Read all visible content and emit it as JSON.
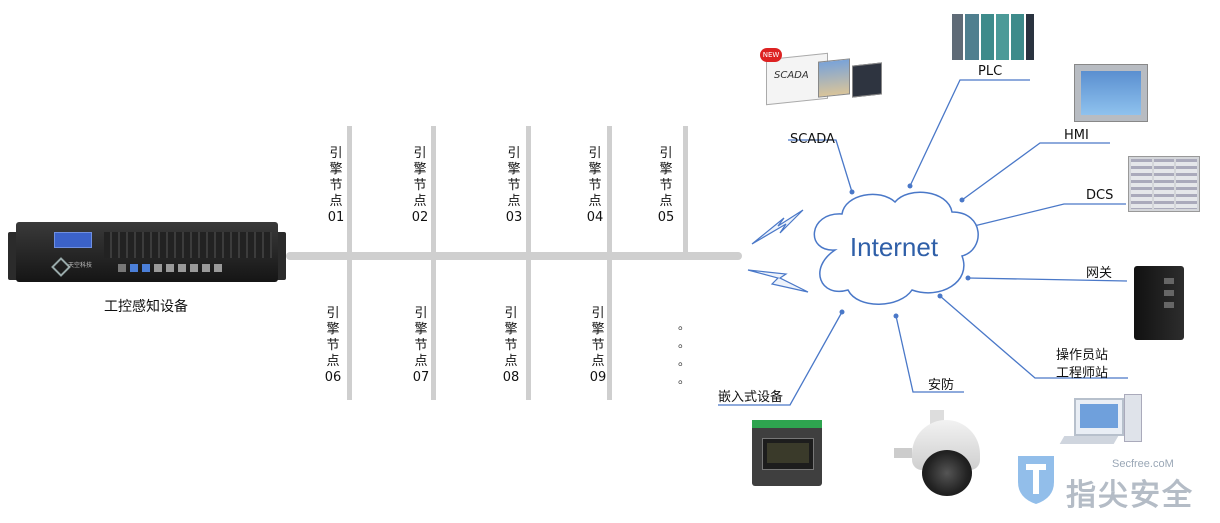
{
  "device": {
    "label": "工控感知设备"
  },
  "engine_nodes": [
    {
      "chars": [
        "引",
        "擎",
        "节",
        "点"
      ],
      "num": "01"
    },
    {
      "chars": [
        "引",
        "擎",
        "节",
        "点"
      ],
      "num": "02"
    },
    {
      "chars": [
        "引",
        "擎",
        "节",
        "点"
      ],
      "num": "03"
    },
    {
      "chars": [
        "引",
        "擎",
        "节",
        "点"
      ],
      "num": "04"
    },
    {
      "chars": [
        "引",
        "擎",
        "节",
        "点"
      ],
      "num": "05"
    },
    {
      "chars": [
        "引",
        "擎",
        "节",
        "点"
      ],
      "num": "06"
    },
    {
      "chars": [
        "引",
        "擎",
        "节",
        "点"
      ],
      "num": "07"
    },
    {
      "chars": [
        "引",
        "擎",
        "节",
        "点"
      ],
      "num": "08"
    },
    {
      "chars": [
        "引",
        "擎",
        "节",
        "点"
      ],
      "num": "09"
    }
  ],
  "ellipsis_dots": [
    "。",
    "。",
    "。",
    "。"
  ],
  "cloud": {
    "label": "Internet"
  },
  "endpoints": {
    "scada": "SCADA",
    "plc": "PLC",
    "hmi": "HMI",
    "dcs": "DCS",
    "gateway": "网关",
    "operator_station": "操作员站",
    "engineer_station": "工程师站",
    "security": "安防",
    "embedded": "嵌入式设备"
  },
  "watermark": {
    "site": "Secfree.coM",
    "brand": "指尖安全"
  },
  "device_panel_brand": "天空科技",
  "scada_badge": "NEW",
  "scada_screen_text": "SCADA"
}
